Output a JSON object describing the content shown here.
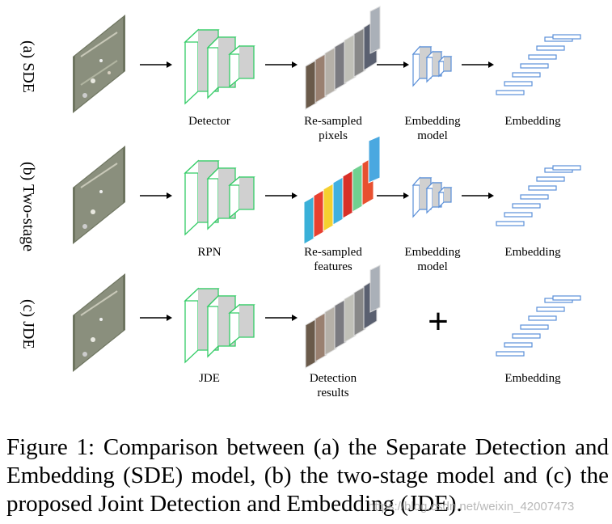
{
  "rows": [
    {
      "label": "(a) SDE",
      "captions": {
        "net": "Detector",
        "crop": "Re-sampled\npixels",
        "embed_model": "Embedding\nmodel",
        "embedding": "Embedding"
      }
    },
    {
      "label": "(b) Two-stage",
      "captions": {
        "net": "RPN",
        "crop": "Re-sampled\nfeatures",
        "embed_model": "Embedding\nmodel",
        "embedding": "Embedding"
      }
    },
    {
      "label": "(c) JDE",
      "captions": {
        "net": "JDE",
        "crop": "Detection\nresults",
        "plus": "+",
        "embedding": "Embedding"
      }
    }
  ],
  "caption": "Figure 1: Comparison between (a) the Separate Detection and Embedding (SDE) model, (b) the two-stage model and (c) the proposed Joint Detection and Embedding (JDE).",
  "watermark": "https://blog.csdn.net/weixin_42007473",
  "colors": {
    "net_stroke": "#33cc66",
    "embed_stroke": "#5a8fd8",
    "box_fill": "#d0d0d0"
  }
}
